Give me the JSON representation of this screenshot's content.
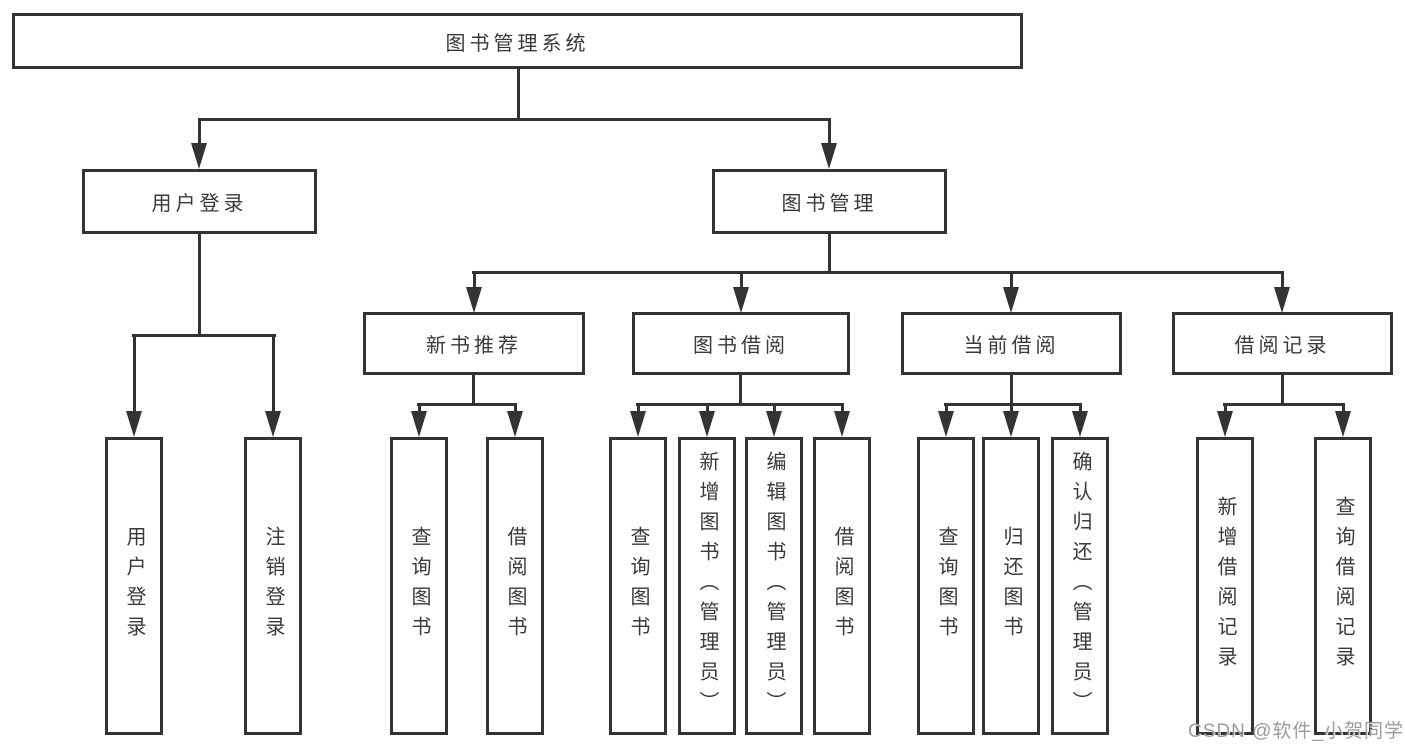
{
  "colors": {
    "line": "#333333",
    "text": "#3a3a3a",
    "watermark": "#9c9c9c",
    "background": "#ffffff"
  },
  "nodes": {
    "root": "图书管理系统",
    "l2": [
      "用户登录",
      "图书管理"
    ],
    "l3": [
      "新书推荐",
      "图书借阅",
      "当前借阅",
      "借阅记录"
    ],
    "leaves": [
      "用户登录",
      "注销登录",
      "查询图书",
      "借阅图书",
      "查询图书",
      "新增图书（管理员）",
      "编辑图书（管理员）",
      "借阅图书",
      "查询图书",
      "归还图书",
      "确认归还（管理员）",
      "新增借阅记录",
      "查询借阅记录"
    ]
  },
  "watermark": "CSDN @软件_小贺同学"
}
